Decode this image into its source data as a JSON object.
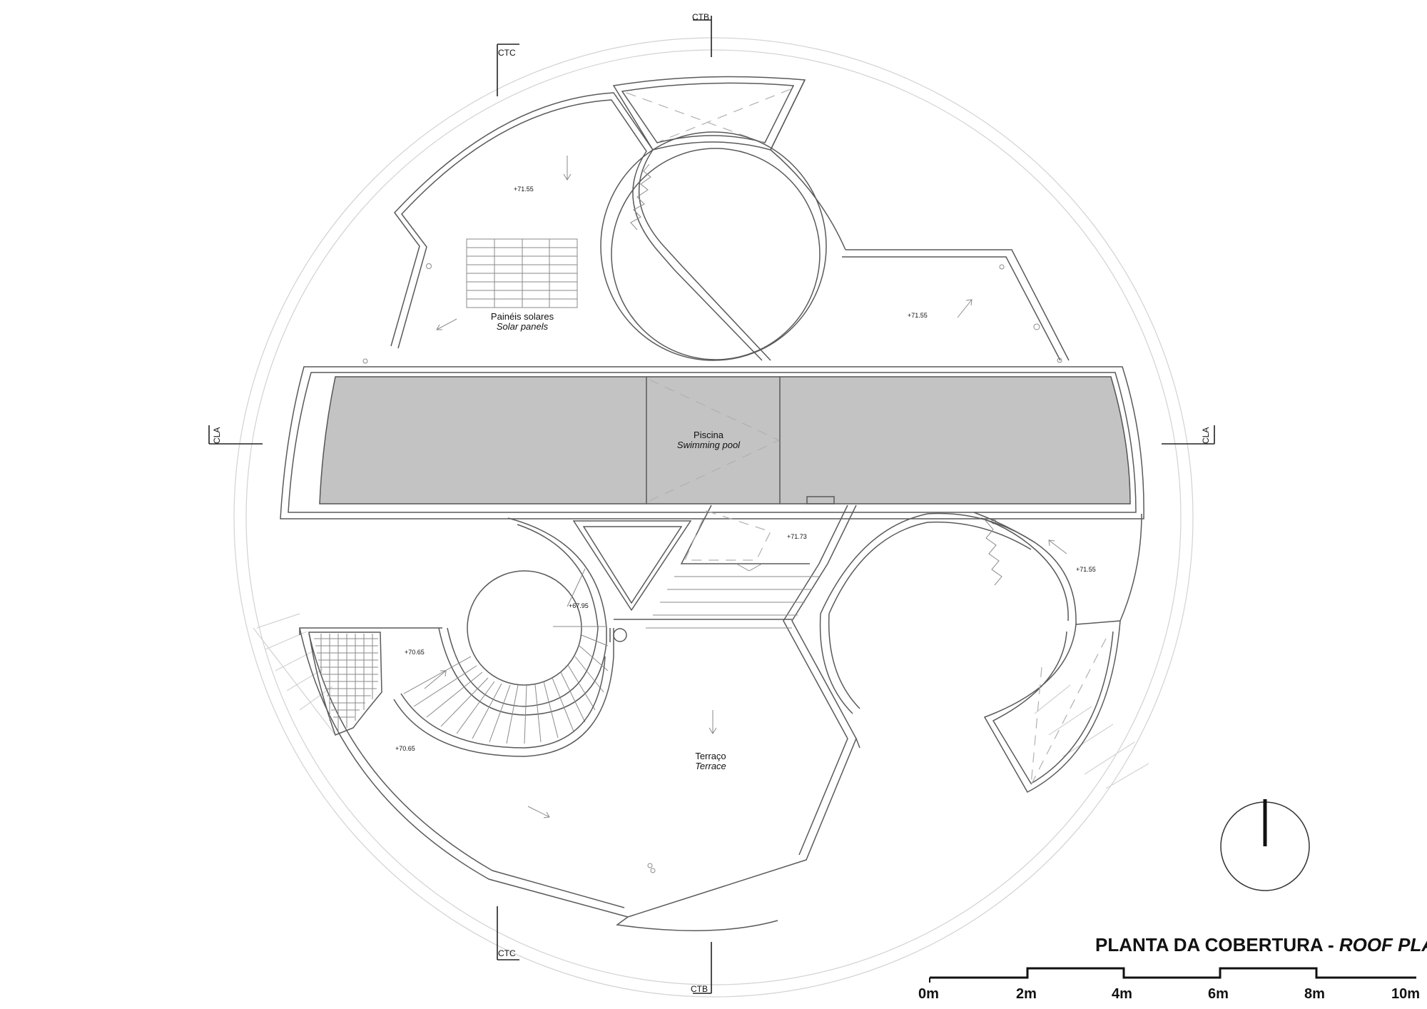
{
  "title": {
    "main": "PLANTA DA COBERTURA - ",
    "italic": "ROOF PLAN"
  },
  "rooms": {
    "solar_pt": "Painéis solares",
    "solar_en": "Solar panels",
    "pool_pt": "Piscina",
    "pool_en": "Swimming pool",
    "terrace_pt": "Terraço",
    "terrace_en": "Terrace"
  },
  "elevations": {
    "top_left": "+71.55",
    "top_right": "+71.55",
    "center": "+71.73",
    "right": "+71.55",
    "stair_top": "+67.95",
    "stair_left": "+70.65",
    "lower_left": "+70.65"
  },
  "section_markers": {
    "ctb_top": "CTB",
    "ctb_bottom": "CTB",
    "ctc_top": "CTC",
    "ctc_bottom": "CTC",
    "cla_left": "CLA",
    "cla_right": "CLA"
  },
  "scale_bar": {
    "ticks": [
      "0m",
      "2m",
      "4m",
      "6m",
      "8m",
      "10m"
    ]
  },
  "colors": {
    "pool_fill": "#c3c3c3",
    "line": "#5a5a5a"
  }
}
